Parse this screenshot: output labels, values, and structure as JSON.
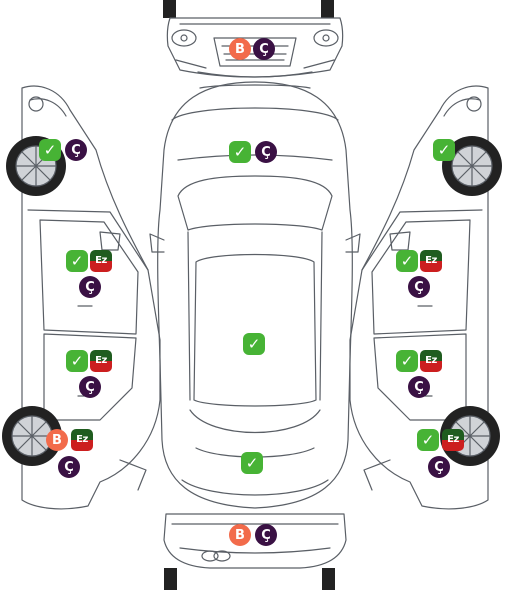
{
  "colors": {
    "ok": "#47b335",
    "paint": "#f26b4b",
    "scratch_top": "#1f5c1f",
    "scratch_bottom": "#cc1f1f",
    "dent": "#3a1144",
    "line": "#5a5f66",
    "tire": "#222222"
  },
  "legend_glyphs": {
    "ok": "✓",
    "paint": "B",
    "scratch": "Ez",
    "dent": "Ç"
  },
  "parts": [
    {
      "name": "front-bumper",
      "marks": [
        "paint",
        "dent"
      ]
    },
    {
      "name": "hood",
      "marks": [
        "ok",
        "dent"
      ]
    },
    {
      "name": "roof",
      "marks": [
        "ok"
      ]
    },
    {
      "name": "trunk",
      "marks": [
        "ok"
      ]
    },
    {
      "name": "rear-bumper",
      "marks": [
        "paint",
        "dent"
      ]
    },
    {
      "name": "left-front-fender",
      "marks": [
        "ok",
        "dent"
      ]
    },
    {
      "name": "left-front-door",
      "marks": [
        "ok",
        "scratch",
        "dent"
      ]
    },
    {
      "name": "left-rear-door",
      "marks": [
        "ok",
        "scratch",
        "dent"
      ]
    },
    {
      "name": "left-rear-fender",
      "marks": [
        "paint",
        "scratch",
        "dent"
      ]
    },
    {
      "name": "right-front-fender",
      "marks": [
        "ok"
      ]
    },
    {
      "name": "right-front-door",
      "marks": [
        "ok",
        "scratch",
        "dent"
      ]
    },
    {
      "name": "right-rear-door",
      "marks": [
        "ok",
        "scratch",
        "dent"
      ]
    },
    {
      "name": "right-rear-fender",
      "marks": [
        "ok",
        "scratch",
        "dent"
      ]
    }
  ]
}
